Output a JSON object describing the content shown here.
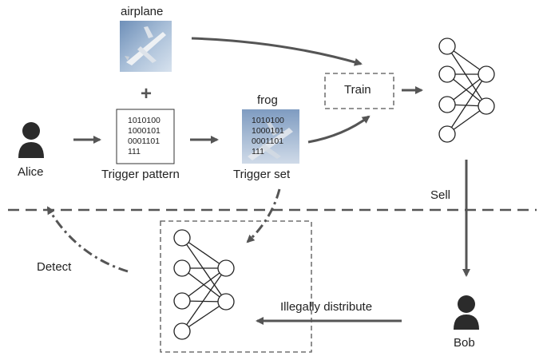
{
  "actors": {
    "alice": "Alice",
    "bob": "Bob"
  },
  "labels": {
    "airplane": "airplane",
    "frog": "frog",
    "plus": "+",
    "trigger_pattern": "Trigger pattern",
    "trigger_set": "Trigger set",
    "train": "Train",
    "sell": "Sell",
    "detect": "Detect",
    "illegally_distribute": "Illegally distribute"
  },
  "pattern_lines": [
    "1010100",
    "1000101",
    "0001101",
    "111"
  ],
  "trigger_set_lines": [
    "1010100",
    "1000101",
    "0001101",
    "111"
  ],
  "colors": {
    "arrow": "#555555",
    "node_stroke": "#222222",
    "person": "#2b2b2b"
  }
}
